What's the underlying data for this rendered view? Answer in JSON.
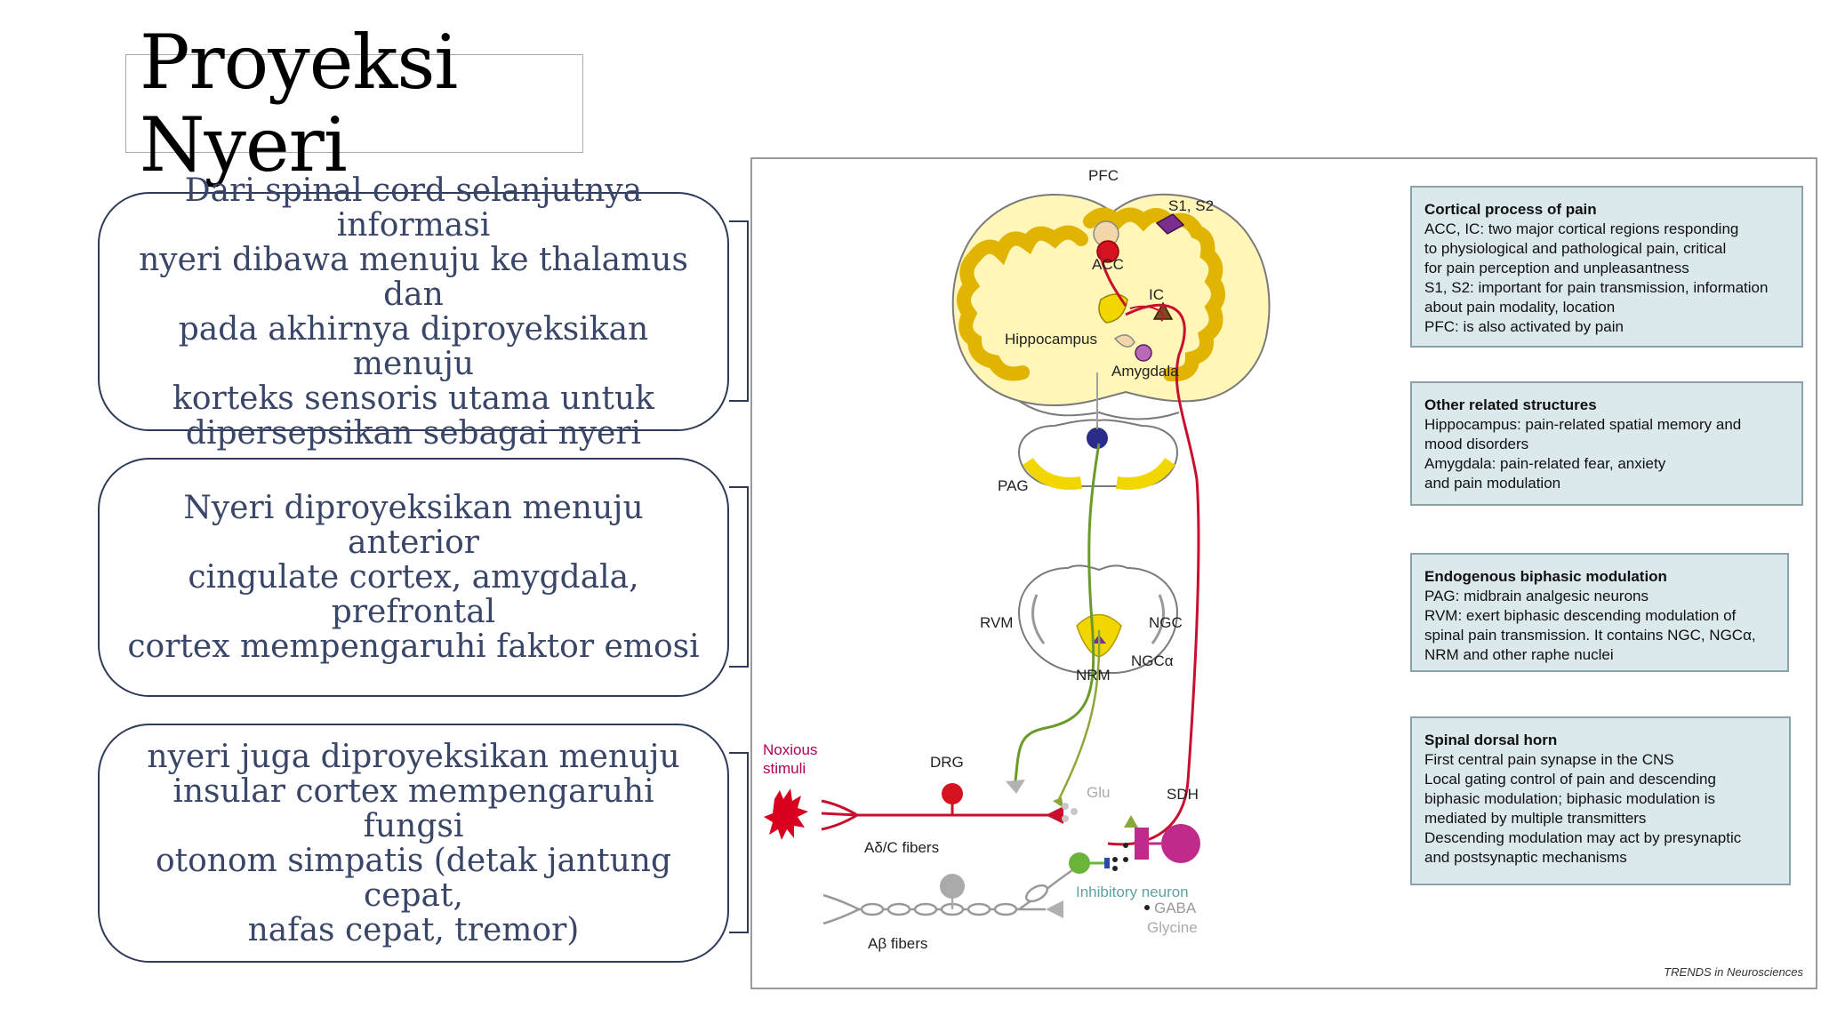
{
  "title": {
    "line1": "Proyeksi",
    "line2": "Nyeri"
  },
  "cards": [
    {
      "lines": [
        "Dari spinal cord selanjutnya informasi",
        "nyeri dibawa menuju ke thalamus dan",
        "pada akhirnya diproyeksikan menuju",
        "korteks sensoris utama untuk",
        "dipersepsikan sebagai nyeri"
      ]
    },
    {
      "lines": [
        "Nyeri diproyeksikan menuju anterior",
        "cingulate cortex, amygdala, prefrontal",
        "cortex mempengaruhi faktor emosi"
      ]
    },
    {
      "lines": [
        "nyeri juga diproyeksikan menuju",
        "insular cortex mempengaruhi fungsi",
        "otonom simpatis (detak jantung cepat,",
        "nafas cepat, tremor)"
      ]
    }
  ],
  "diagram": {
    "labels": {
      "pfc": "PFC",
      "s1s2": "S1, S2",
      "acc": "ACC",
      "ic": "IC",
      "hippocampus": "Hippocampus",
      "amygdala": "Amygdala",
      "pag": "PAG",
      "rvm": "RVM",
      "ngc": "NGC",
      "ngca": "NGCα",
      "nrm": "NRM",
      "noxious1": "Noxious",
      "noxious2": "stimuli",
      "drg": "DRG",
      "adelta": "Aδ/C fibers",
      "abeta": "Aβ fibers",
      "glu": "Glu",
      "sdh": "SDH",
      "inhibitory": "Inhibitory neuron",
      "gaba": "GABA",
      "glycine": "Glycine"
    },
    "boxes": [
      {
        "heading": "Cortical process of pain",
        "lines": [
          "ACC, IC: two major cortical regions responding",
          "to physiological and pathological pain, critical",
          "for pain perception and unpleasantness",
          "S1, S2: important for pain transmission, information",
          "about pain modality, location",
          "PFC: is also activated by pain"
        ]
      },
      {
        "heading": "Other related structures",
        "lines": [
          "Hippocampus: pain-related spatial memory and",
          "mood disorders",
          "Amygdala: pain-related fear, anxiety",
          "and pain modulation"
        ]
      },
      {
        "heading": "Endogenous biphasic modulation",
        "lines": [
          "PAG:  midbrain analgesic neurons",
          "RVM: exert biphasic descending modulation of",
          "spinal pain transmission. It contains NGC, NGCα,",
          "NRM and other raphe nuclei"
        ]
      },
      {
        "heading": "Spinal dorsal horn",
        "lines": [
          "First central pain synapse in the CNS",
          "Local gating control of pain and descending",
          "biphasic modulation; biphasic modulation is",
          "mediated by multiple transmitters",
          "Descending modulation may act by presynaptic",
          "and postsynaptic mechanisms"
        ]
      }
    ],
    "credit": "TRENDS in Neurosciences"
  },
  "colors": {
    "pain_path": "#c8102e",
    "descending": "#6a9a2a",
    "brain_fill": "#f2d600",
    "info_bg": "#dbe9ec",
    "noxious": "#b0005a"
  }
}
